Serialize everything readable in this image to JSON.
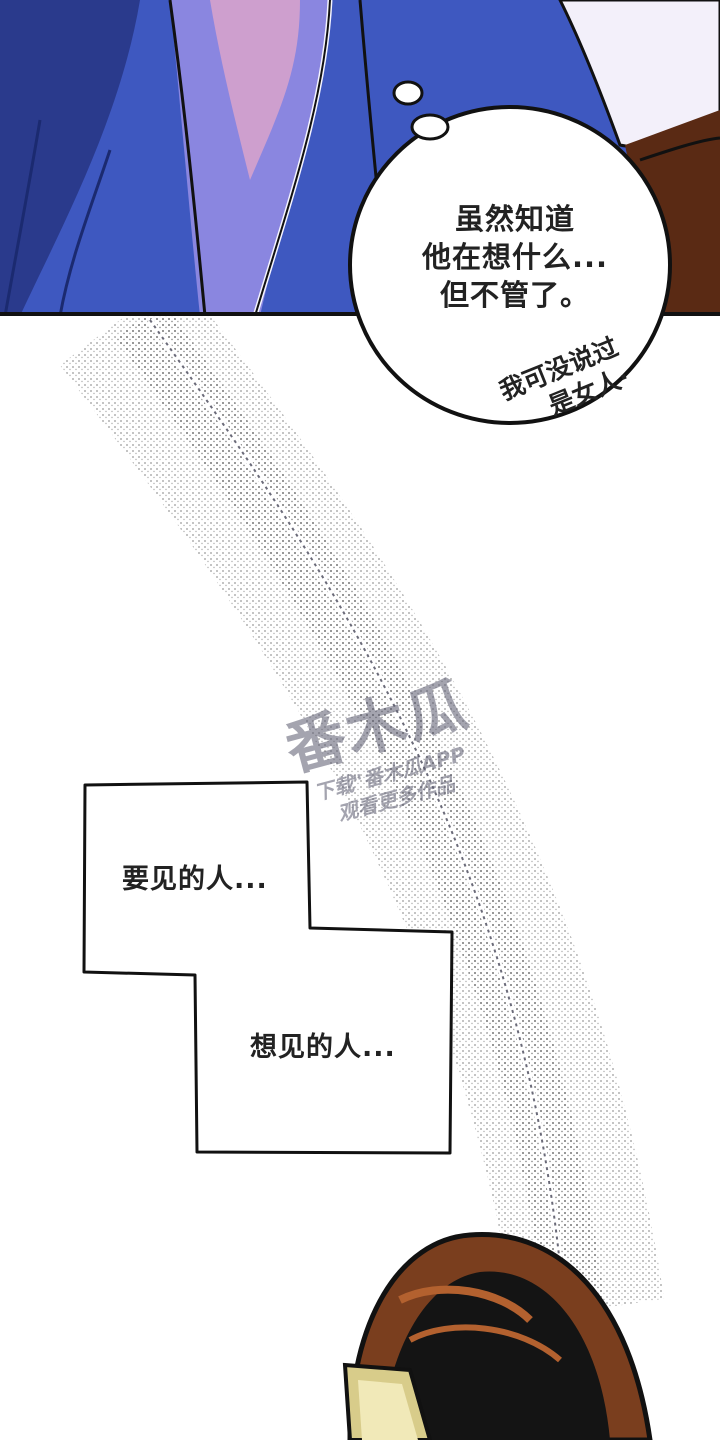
{
  "panels": [
    {
      "speech_bubble": {
        "lines": [
          "虽然知道",
          "他在想什么...",
          "但不管了。"
        ]
      },
      "side_note": {
        "lines": [
          "我可没说过",
          "是女人·"
        ]
      }
    },
    {
      "captions": [
        "要见的人...",
        "想见的人..."
      ]
    }
  ],
  "watermark": {
    "logo": "番木瓜",
    "line1": "下载\"番木瓜APP",
    "line2": "观看更多作品"
  },
  "colors": {
    "coat_blue": "#3e58c0",
    "coat_shadow": "#2a3a8c",
    "inner_purple": "#8a86e0",
    "hair_brown": "#7a3e1e",
    "metal_gold": "#d8cc8a"
  }
}
